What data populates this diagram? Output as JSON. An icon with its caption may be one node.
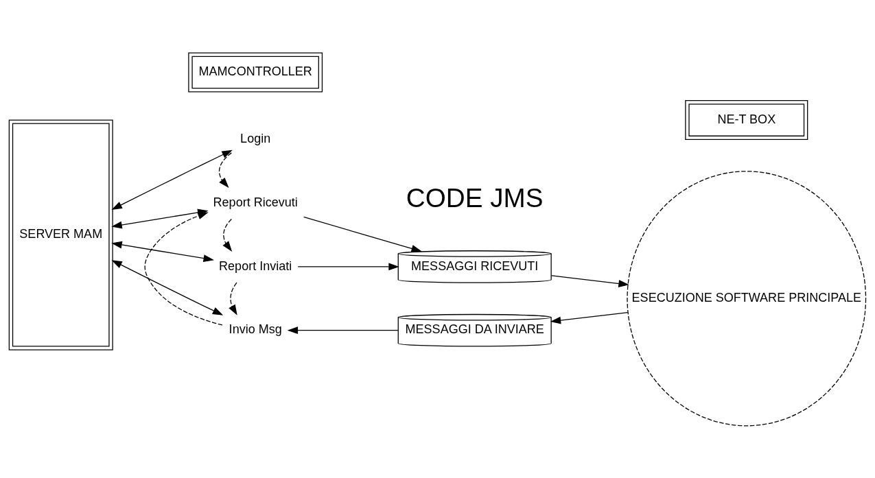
{
  "diagram": {
    "nodes": [
      {
        "text": [
          "SERVER MAM"
        ]
      },
      {
        "text": [
          "MAMCONTROLLER"
        ]
      },
      {
        "text": [
          "Login"
        ]
      },
      {
        "text": [
          "Report Ricevuti"
        ]
      },
      {
        "text": [
          "Report Inviati"
        ]
      },
      {
        "text": [
          "Invio Msg"
        ]
      },
      {
        "text": [
          "MESSAGGI RICEVUTI"
        ]
      },
      {
        "text": [
          "MESSAGGI DA INVIARE"
        ]
      },
      {
        "text": [
          "NE-T BOX"
        ]
      },
      {
        "text": [
          "ESECUZIONE SOFTWARE PRINCIPALE"
        ]
      }
    ],
    "edges": [
      {
        "from": 0,
        "to": 2,
        "arrow": "both"
      },
      {
        "from": 0,
        "to": 3,
        "arrow": "both"
      },
      {
        "from": 0,
        "to": 4,
        "arrow": "both"
      },
      {
        "from": 0,
        "to": 5,
        "arrow": "both"
      },
      {
        "from": 2,
        "to": 3,
        "arrow": "to",
        "style": "dashed"
      },
      {
        "from": 3,
        "to": 4,
        "arrow": "to",
        "style": "dashed"
      },
      {
        "from": 4,
        "to": 5,
        "arrow": "to",
        "style": "dashed"
      },
      {
        "from": 5,
        "to": 3,
        "arrow": "to",
        "style": "dashed"
      },
      {
        "from": 3,
        "to": 6,
        "arrow": "to"
      },
      {
        "from": 4,
        "to": 6,
        "arrow": "to"
      },
      {
        "from": 6,
        "to": 9,
        "arrow": "to"
      },
      {
        "from": 9,
        "to": 7,
        "arrow": "to"
      },
      {
        "from": 7,
        "to": 5,
        "arrow": "to"
      }
    ],
    "labels": [
      "CODE JMS"
    ]
  }
}
